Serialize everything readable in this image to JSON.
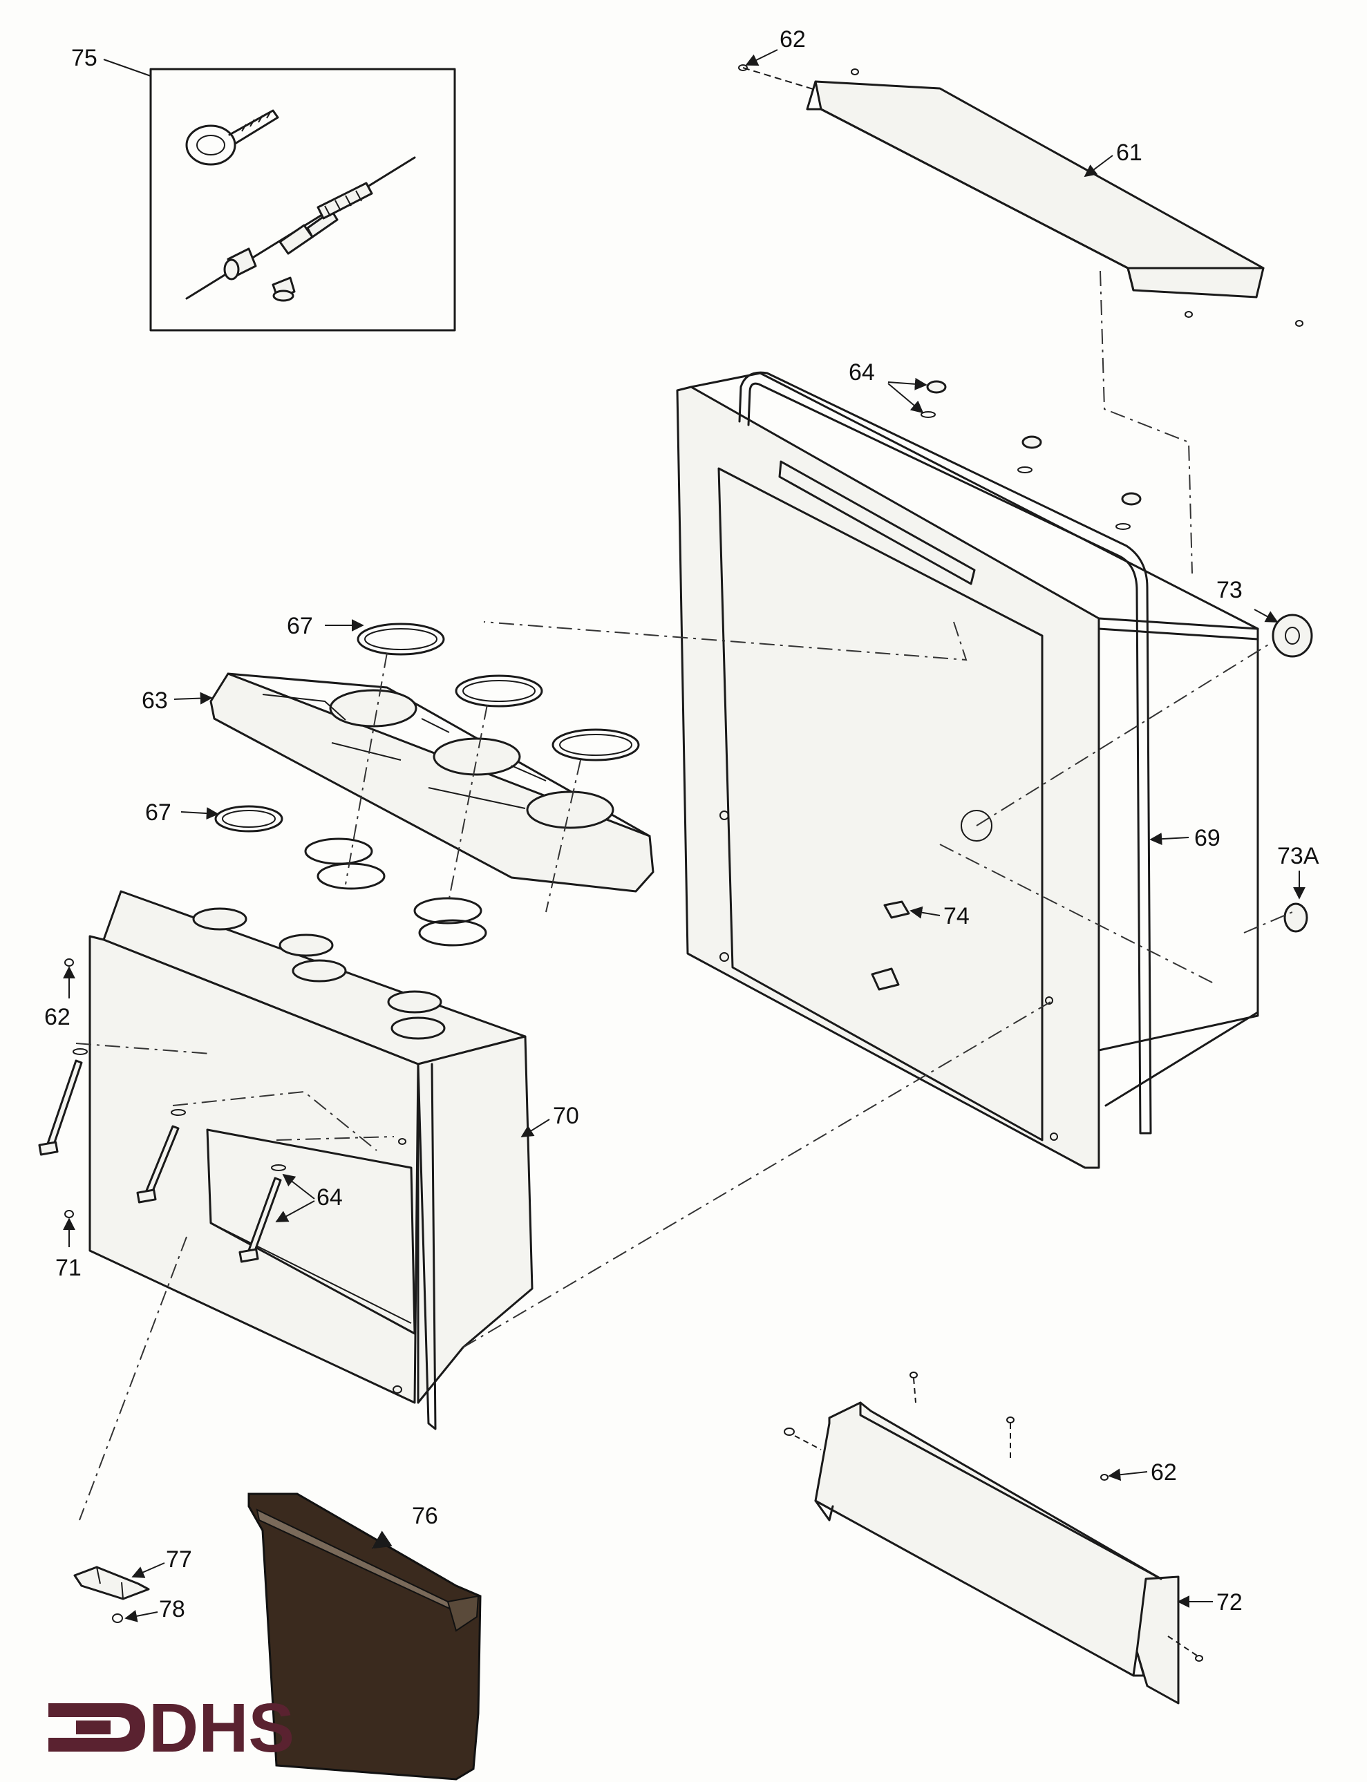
{
  "callouts": {
    "c75": "75",
    "c62a": "62",
    "c61": "61",
    "c64a": "64",
    "c73": "73",
    "c67a": "67",
    "c63": "63",
    "c67b": "67",
    "c69": "69",
    "c73a": "73A",
    "c74": "74",
    "c62b": "62",
    "c70": "70",
    "c64b": "64",
    "c71": "71",
    "c76": "76",
    "c62c": "62",
    "c77": "77",
    "c78": "78",
    "c72": "72"
  },
  "logo": {
    "text": "DHS",
    "color": "#5a2230"
  },
  "colors": {
    "line": "#1a1a1a",
    "background": "#fdfdfb",
    "fill_dark": "#3a2a1e"
  }
}
